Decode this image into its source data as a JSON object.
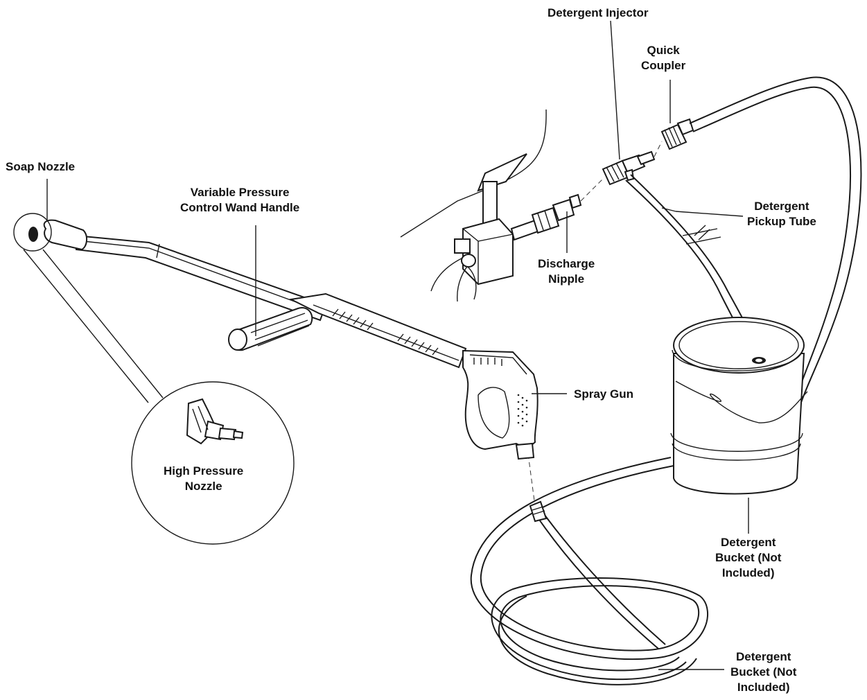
{
  "labels": {
    "detergent_injector": "Detergent Injector",
    "quick_coupler": [
      "Quick",
      "Coupler"
    ],
    "soap_nozzle": "Soap Nozzle",
    "wand_handle": [
      "Variable Pressure",
      "Control Wand Handle"
    ],
    "detergent_pickup_tube": [
      "Detergent",
      "Pickup Tube"
    ],
    "discharge_nipple": [
      "Discharge",
      "Nipple"
    ],
    "spray_gun": "Spray Gun",
    "high_pressure_nozzle": [
      "High Pressure",
      "Nozzle"
    ],
    "detergent_bucket": [
      "Detergent",
      "Bucket (Not",
      "Included)"
    ],
    "hose_label": [
      "Detergent",
      "Bucket (Not",
      "Included)"
    ]
  }
}
